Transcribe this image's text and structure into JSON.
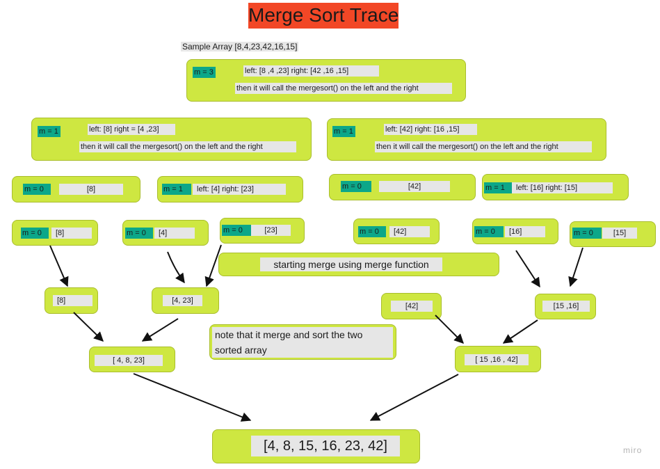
{
  "title": "Merge Sort Trace",
  "sample_caption": "Sample Array [8,4,23,42,16,15]",
  "root": {
    "m": "m = 3",
    "split": "left: [8    ,4    ,23]   right: [42 ,16 ,15]",
    "note": "then it will call the mergesort() on the left and the right"
  },
  "level1": {
    "left": {
      "m": "m = 1",
      "split": "left: [8]  right = [4 ,23]",
      "note": "then it will call the mergesort() on the left and the right"
    },
    "right": {
      "m": "m = 1",
      "split": "left: [42]  right: [16 ,15]",
      "note": "then it will call the mergesort() on the left and the right"
    }
  },
  "level2": {
    "n8": {
      "m": "m = 0",
      "text": "[8]"
    },
    "n4_23": {
      "m": "m = 1",
      "text": "left: [4]  right: [23]"
    },
    "n42": {
      "m": "m = 0",
      "text": "[42]"
    },
    "n16_15": {
      "m": "m = 1",
      "text": "left: [16]  right: [15]"
    }
  },
  "level3": {
    "n8": {
      "m": "m = 0",
      "text": "[8]"
    },
    "n4": {
      "m": "m = 0",
      "text": "[4]"
    },
    "n23": {
      "m": "m = 0",
      "text": "[23]"
    },
    "n42": {
      "m": "m = 0",
      "text": "[42]"
    },
    "n16": {
      "m": "m = 0",
      "text": "[16]"
    },
    "n15": {
      "m": "m = 0",
      "text": "[15]"
    }
  },
  "merge_banner": "starting merge using merge function",
  "merge1": {
    "n8": "[8]",
    "n4_23": "[4, 23]",
    "n42": "[42]",
    "n15_16": "[15 ,16]"
  },
  "note_sorted": "note that it merge and sort the two\nsorted array",
  "merge2": {
    "left": "[ 4, 8, 23]",
    "right": "[ 15 ,16 , 42]"
  },
  "final": "[4, 8, 15, 16, 23, 42]",
  "watermark": "miro",
  "colors": {
    "title_bg": "#f24726",
    "card": "#cee741",
    "tag": "#0ca789",
    "label_bg": "#e6e6e6"
  }
}
